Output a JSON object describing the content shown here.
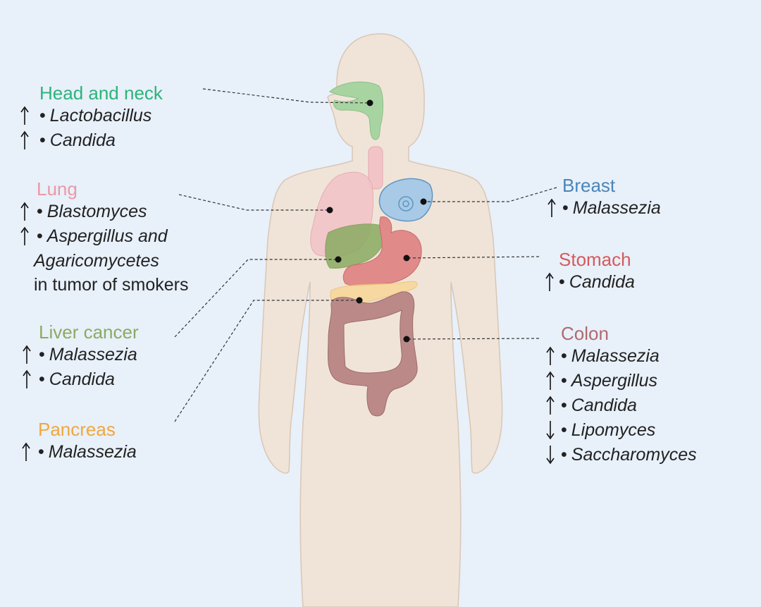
{
  "regions": [
    {
      "key": "head_neck",
      "title": "Head and neck",
      "color": "#2db37a",
      "items": [
        {
          "direction": "up",
          "name": "Lactobacillus"
        },
        {
          "direction": "up",
          "name": "Candida"
        }
      ]
    },
    {
      "key": "lung",
      "title": "Lung",
      "color": "#e89aa6",
      "items": [
        {
          "direction": "up",
          "name": "Blastomyces"
        },
        {
          "direction": "up",
          "name": "Aspergillus and",
          "name_cont": "Agaricomycetes",
          "extra": "in  tumor of smokers"
        }
      ]
    },
    {
      "key": "liver",
      "title": "Liver cancer",
      "color": "#8aab62",
      "items": [
        {
          "direction": "up",
          "name": "Malassezia"
        },
        {
          "direction": "up",
          "name": "Candida"
        }
      ]
    },
    {
      "key": "pancreas",
      "title": "Pancreas",
      "color": "#f0a83c",
      "items": [
        {
          "direction": "up",
          "name": "Malassezia"
        }
      ]
    },
    {
      "key": "breast",
      "title": "Breast",
      "color": "#4a86b8",
      "items": [
        {
          "direction": "up",
          "name": "Malassezia"
        }
      ]
    },
    {
      "key": "stomach",
      "title": "Stomach",
      "color": "#d65a5a",
      "items": [
        {
          "direction": "up",
          "name": "Candida"
        }
      ]
    },
    {
      "key": "colon",
      "title": "Colon",
      "color": "#b06a6e",
      "items": [
        {
          "direction": "up",
          "name": "Malassezia"
        },
        {
          "direction": "up",
          "name": "Aspergillus"
        },
        {
          "direction": "up",
          "name": "Candida"
        },
        {
          "direction": "down",
          "name": "Lipomyces"
        },
        {
          "direction": "down",
          "name": "Saccharomyces"
        }
      ]
    }
  ],
  "colors": {
    "background": "#e8f0fa",
    "body_silhouette": "#f0e4d8",
    "body_outline": "#d9c6b5",
    "leader_line": "#333333",
    "dot": "#111111"
  }
}
